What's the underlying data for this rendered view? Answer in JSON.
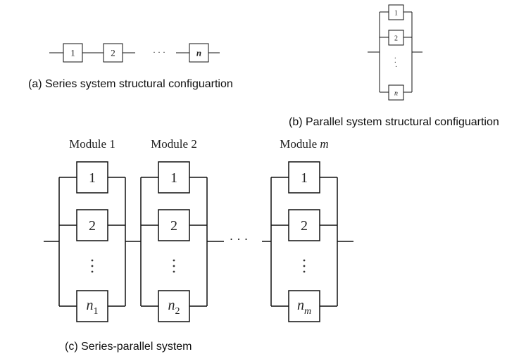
{
  "series": {
    "caption": "(a) Series system structural configuartion",
    "components": [
      "1",
      "2",
      "n"
    ],
    "ellipsis": "· · ·"
  },
  "parallel": {
    "caption": "(b) Parallel system structural configuartion",
    "components": [
      "1",
      "2",
      "n"
    ],
    "ellipsis": "·\n·\n·"
  },
  "series_parallel": {
    "caption": "(c) Series-parallel system",
    "between_modules": "· · ·",
    "modules": [
      {
        "title_text": "Module",
        "title_index": "1",
        "title_index_italic": false,
        "components": [
          "1",
          "2"
        ],
        "last_base": "n",
        "last_sub": "1"
      },
      {
        "title_text": "Module",
        "title_index": "2",
        "title_index_italic": false,
        "components": [
          "1",
          "2"
        ],
        "last_base": "n",
        "last_sub": "2"
      },
      {
        "title_text": "Module",
        "title_index": "m",
        "title_index_italic": true,
        "components": [
          "1",
          "2"
        ],
        "last_base": "n",
        "last_sub": "m"
      }
    ]
  }
}
